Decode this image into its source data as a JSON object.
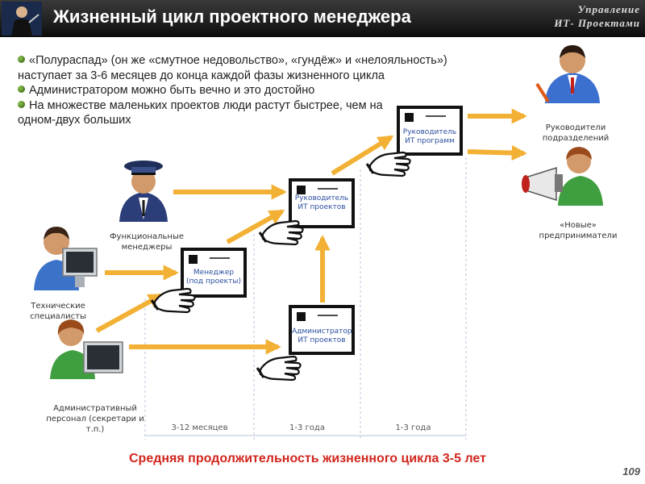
{
  "header": {
    "title": "Жизненный цикл проектного менеджера",
    "brand_line1": "Управление",
    "brand_line2": "ИТ- Проектами"
  },
  "bullets": [
    "«Полураспад» (он же «смутное недовольство», «гундёж» и «нелояльность») наступает за 3-6 месяцев до конца каждой фазы жизненного цикла",
    "Администратором можно быть вечно и это достойно",
    "На множестве маленьких проектов люди растут быстрее, чем на одном-двух больших"
  ],
  "roles": {
    "functional_managers": "Функциональные менеджеры",
    "tech_specialists": "Технические специалисты",
    "admin_staff": "Административный персонал (секретари и т.п.)",
    "division_heads": "Руководители подразделений",
    "new_entrepreneurs": "«Новые» предприниматели"
  },
  "cards": {
    "manager_line1": "Менеджер",
    "manager_line2": "(под проекты)",
    "it_project_head_line1": "Руководитель",
    "it_project_head_line2": "ИТ проектов",
    "it_program_head_line1": "Руководитель",
    "it_program_head_line2": "ИТ программ",
    "it_project_admin_line1": "Администратор",
    "it_project_admin_line2": "ИТ проектов"
  },
  "periods": [
    "3-12 месяцев",
    "1-3 года",
    "1-3 года"
  ],
  "footer": "Средняя продолжительность жизненного цикла 3-5 лет",
  "page_number": "109",
  "colors": {
    "arrow": "#f2b134",
    "card_text": "#2b4fa0",
    "footer": "#d1261e"
  }
}
